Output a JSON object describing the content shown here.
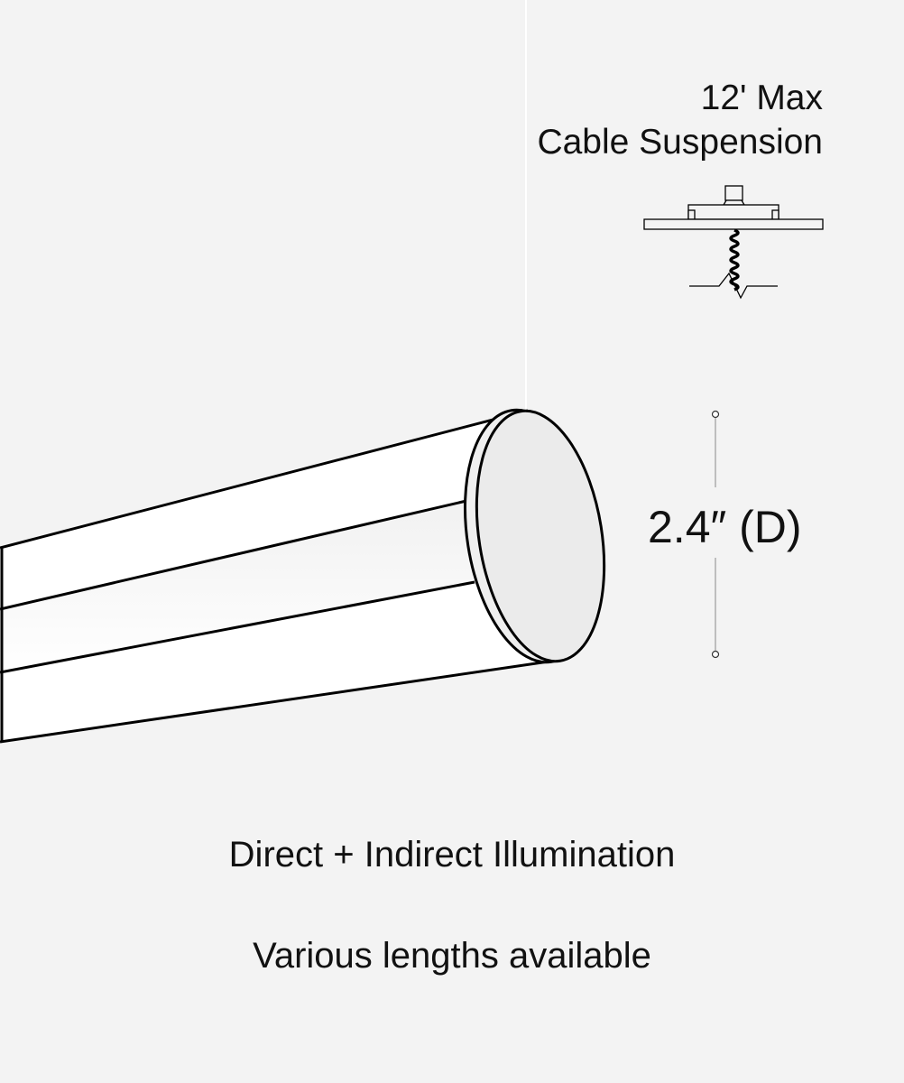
{
  "suspension": {
    "line1": "12' Max",
    "line2": "Cable Suspension",
    "icon": "ceiling-mount-icon"
  },
  "dimension": {
    "label": "2.4″ (D)"
  },
  "captions": {
    "illumination": "Direct + Indirect Illumination",
    "lengths": "Various lengths available"
  },
  "colors": {
    "background": "#f3f3f3",
    "stroke": "#000000",
    "body": "#ffffff",
    "endcap": "#ebebeb"
  }
}
